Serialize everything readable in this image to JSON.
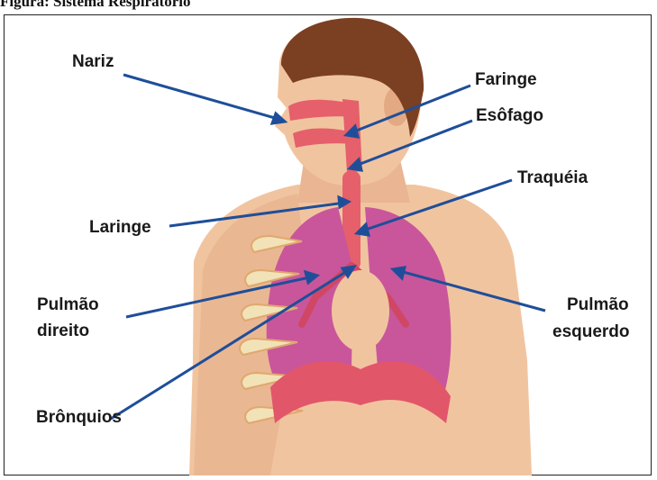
{
  "heading": "Figura: Sistema Respiratório",
  "labels": {
    "nariz": "Nariz",
    "faringe": "Faringe",
    "esofago": "Esôfago",
    "traqueia": "Traquéia",
    "laringe": "Laringe",
    "pulmao_direito_1": "Pulmão",
    "pulmao_direito_2": "direito",
    "pulmao_esquerdo_1": "Pulmão",
    "pulmao_esquerdo_2": "esquerdo",
    "bronquios": "Brônquios"
  },
  "colors": {
    "skin": "#f1c4a0",
    "skin_shadow": "#e3a982",
    "hair": "#7b3f22",
    "airway": "#e5606b",
    "lung": "#c9569b",
    "diaphragm": "#e2566a",
    "rib": "#f2e2b8",
    "pointer": "#1f4e99"
  }
}
